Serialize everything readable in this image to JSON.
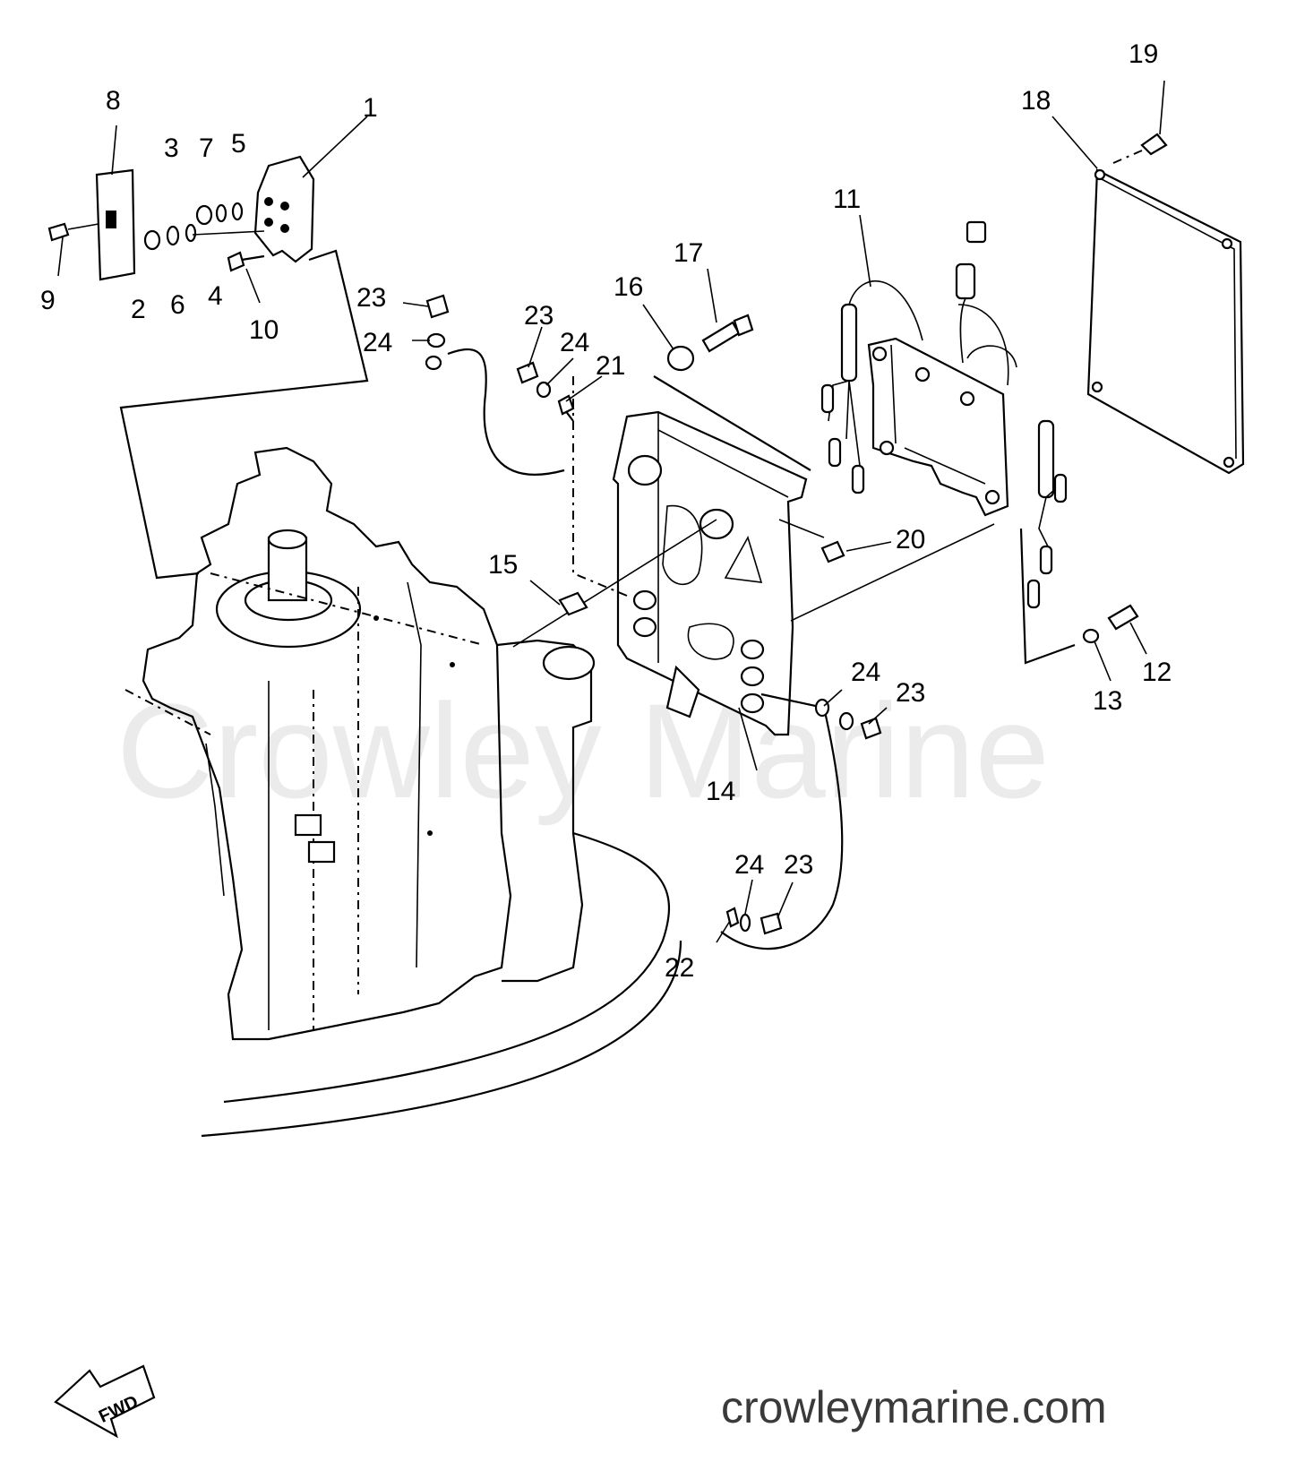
{
  "watermark": "Crowley Marine",
  "website": "crowleymarine.com",
  "direction_label": "FWD",
  "callouts": [
    {
      "id": "c1",
      "label": "1"
    },
    {
      "id": "c2",
      "label": "2"
    },
    {
      "id": "c3",
      "label": "3"
    },
    {
      "id": "c4",
      "label": "4"
    },
    {
      "id": "c5",
      "label": "5"
    },
    {
      "id": "c6",
      "label": "6"
    },
    {
      "id": "c7",
      "label": "7"
    },
    {
      "id": "c8",
      "label": "8"
    },
    {
      "id": "c9",
      "label": "9"
    },
    {
      "id": "c10",
      "label": "10"
    },
    {
      "id": "c11",
      "label": "11"
    },
    {
      "id": "c12",
      "label": "12"
    },
    {
      "id": "c13",
      "label": "13"
    },
    {
      "id": "c14",
      "label": "14"
    },
    {
      "id": "c15",
      "label": "15"
    },
    {
      "id": "c16",
      "label": "16"
    },
    {
      "id": "c17",
      "label": "17"
    },
    {
      "id": "c18",
      "label": "18"
    },
    {
      "id": "c19",
      "label": "19"
    },
    {
      "id": "c20",
      "label": "20"
    },
    {
      "id": "c21",
      "label": "21"
    },
    {
      "id": "c22",
      "label": "22"
    },
    {
      "id": "c23a",
      "label": "23"
    },
    {
      "id": "c23b",
      "label": "23"
    },
    {
      "id": "c23c",
      "label": "23"
    },
    {
      "id": "c23d",
      "label": "23"
    },
    {
      "id": "c24a",
      "label": "24"
    },
    {
      "id": "c24b",
      "label": "24"
    },
    {
      "id": "c24c",
      "label": "24"
    },
    {
      "id": "c24d",
      "label": "24"
    }
  ]
}
